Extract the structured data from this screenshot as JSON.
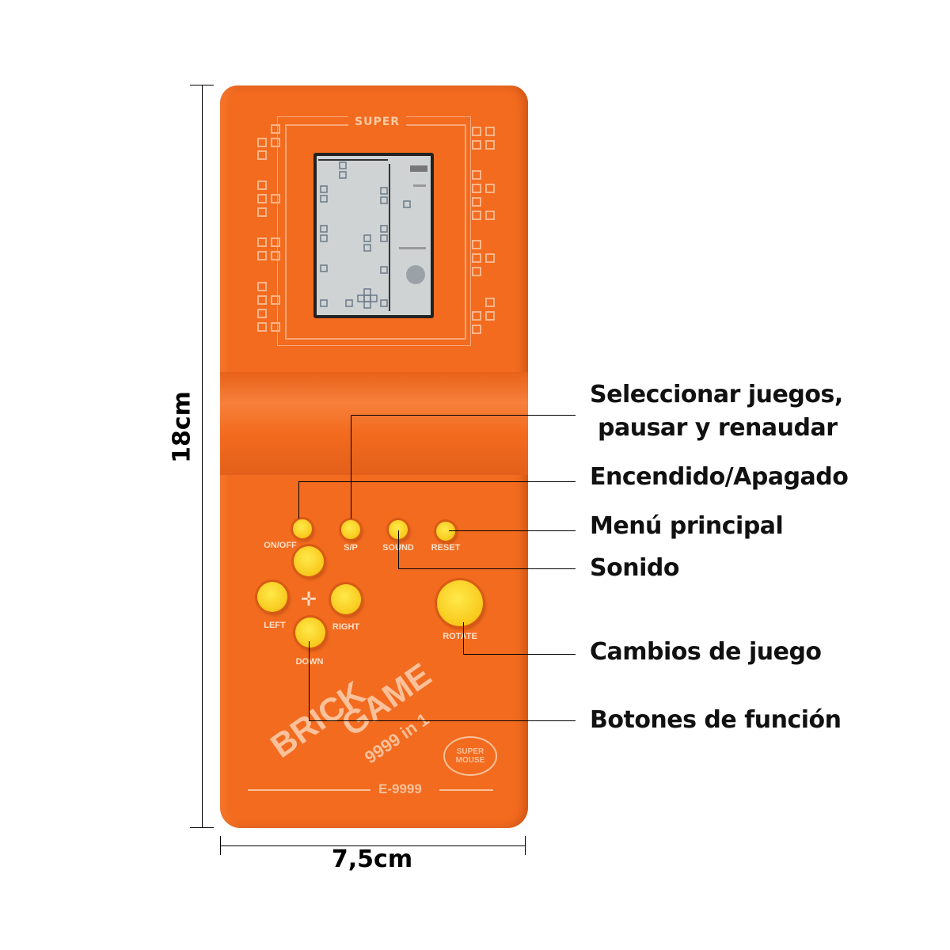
{
  "device": {
    "brand_top": "SUPER",
    "logo_line1": "BRICK",
    "logo_line2": "GAME",
    "logo_line3": "9999 in 1",
    "model": "E-9999",
    "mascot": "SUPER MOUSE",
    "body_color": "#f26b1f",
    "buttons": [
      {
        "id": "on-off",
        "label": "ON/OFF"
      },
      {
        "id": "s-p",
        "label": "S/P"
      },
      {
        "id": "sound",
        "label": "SOUND"
      },
      {
        "id": "reset",
        "label": "RESET"
      },
      {
        "id": "left",
        "label": "LEFT"
      },
      {
        "id": "right",
        "label": "RIGHT"
      },
      {
        "id": "down",
        "label": "DOWN"
      },
      {
        "id": "rotate",
        "label": "ROTATE"
      }
    ]
  },
  "annotations": [
    {
      "line1": "Seleccionar juegos,",
      "line2": "pausar y renaudar"
    },
    {
      "line1": "Encendido/Apagado"
    },
    {
      "line1": "Menú principal"
    },
    {
      "line1": "Sonido"
    },
    {
      "line1": "Cambios de juego"
    },
    {
      "line1": "Botones de función"
    }
  ],
  "dimensions": {
    "height": "18cm",
    "width": "7,5cm"
  }
}
